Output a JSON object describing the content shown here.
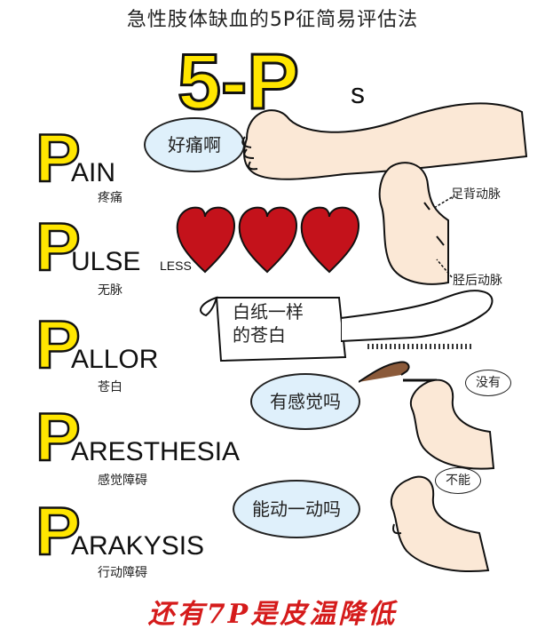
{
  "title": "急性肢体缺血的5P征简易评估法",
  "header": {
    "big": "5-P",
    "small": "s"
  },
  "items": [
    {
      "letter": "P",
      "rest": "AIN",
      "suffix": "",
      "cn": "疼痛"
    },
    {
      "letter": "P",
      "rest": "ULSE",
      "suffix": "LESS",
      "cn": "无脉"
    },
    {
      "letter": "P",
      "rest": "ALLOR",
      "suffix": "",
      "cn": "苍白"
    },
    {
      "letter": "P",
      "rest": "ARESTHESIA",
      "suffix": "",
      "cn": "感觉障碍"
    },
    {
      "letter": "P",
      "rest": "ARAKYSIS",
      "suffix": "",
      "cn": "行动障碍"
    }
  ],
  "bubbles": {
    "pain": "好痛啊",
    "pallor_line1": "白纸一样",
    "pallor_line2": "的苍白",
    "paresthesia": "有感觉吗",
    "paralysis": "能动一动吗"
  },
  "notes": {
    "no_feel": "没有",
    "cannot": "不能"
  },
  "labels": {
    "dorsalis": "足背动脉",
    "tibial": "胫后动脉"
  },
  "footer": "还有7P是皮温降低",
  "colors": {
    "yellow": "#ffe600",
    "heart": "#c4121b",
    "skin": "#fbe8d6",
    "bubble": "#dff0fb",
    "footer": "#d51b1b"
  }
}
